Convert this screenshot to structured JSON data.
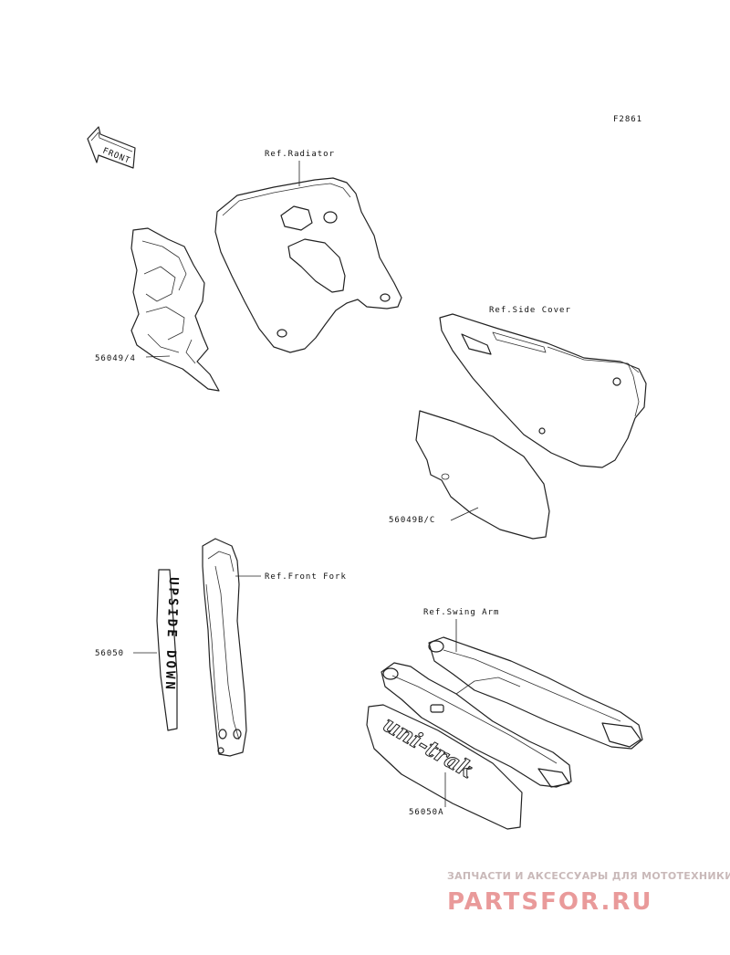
{
  "diagram": {
    "code": "F2861",
    "front_arrow": "FRONT",
    "labels": {
      "ref_radiator": "Ref.Radiator",
      "ref_side_cover": "Ref.Side Cover",
      "ref_front_fork": "Ref.Front Fork",
      "ref_swing_arm": "Ref.Swing Arm",
      "part_56049_4": "56049/4",
      "part_56049b_c": "56049B/C",
      "part_56050": "56050",
      "part_56050a": "56050A"
    },
    "decals": {
      "fork_decal_text": "UPSIDE DOWN",
      "swingarm_decal_text": "uni-trak"
    }
  },
  "watermark": {
    "line1": "ЗАПЧАСТИ И АКСЕССУАРЫ ДЛЯ МОТОТЕХНИКИ",
    "line2": "PARTSFOR.RU"
  }
}
